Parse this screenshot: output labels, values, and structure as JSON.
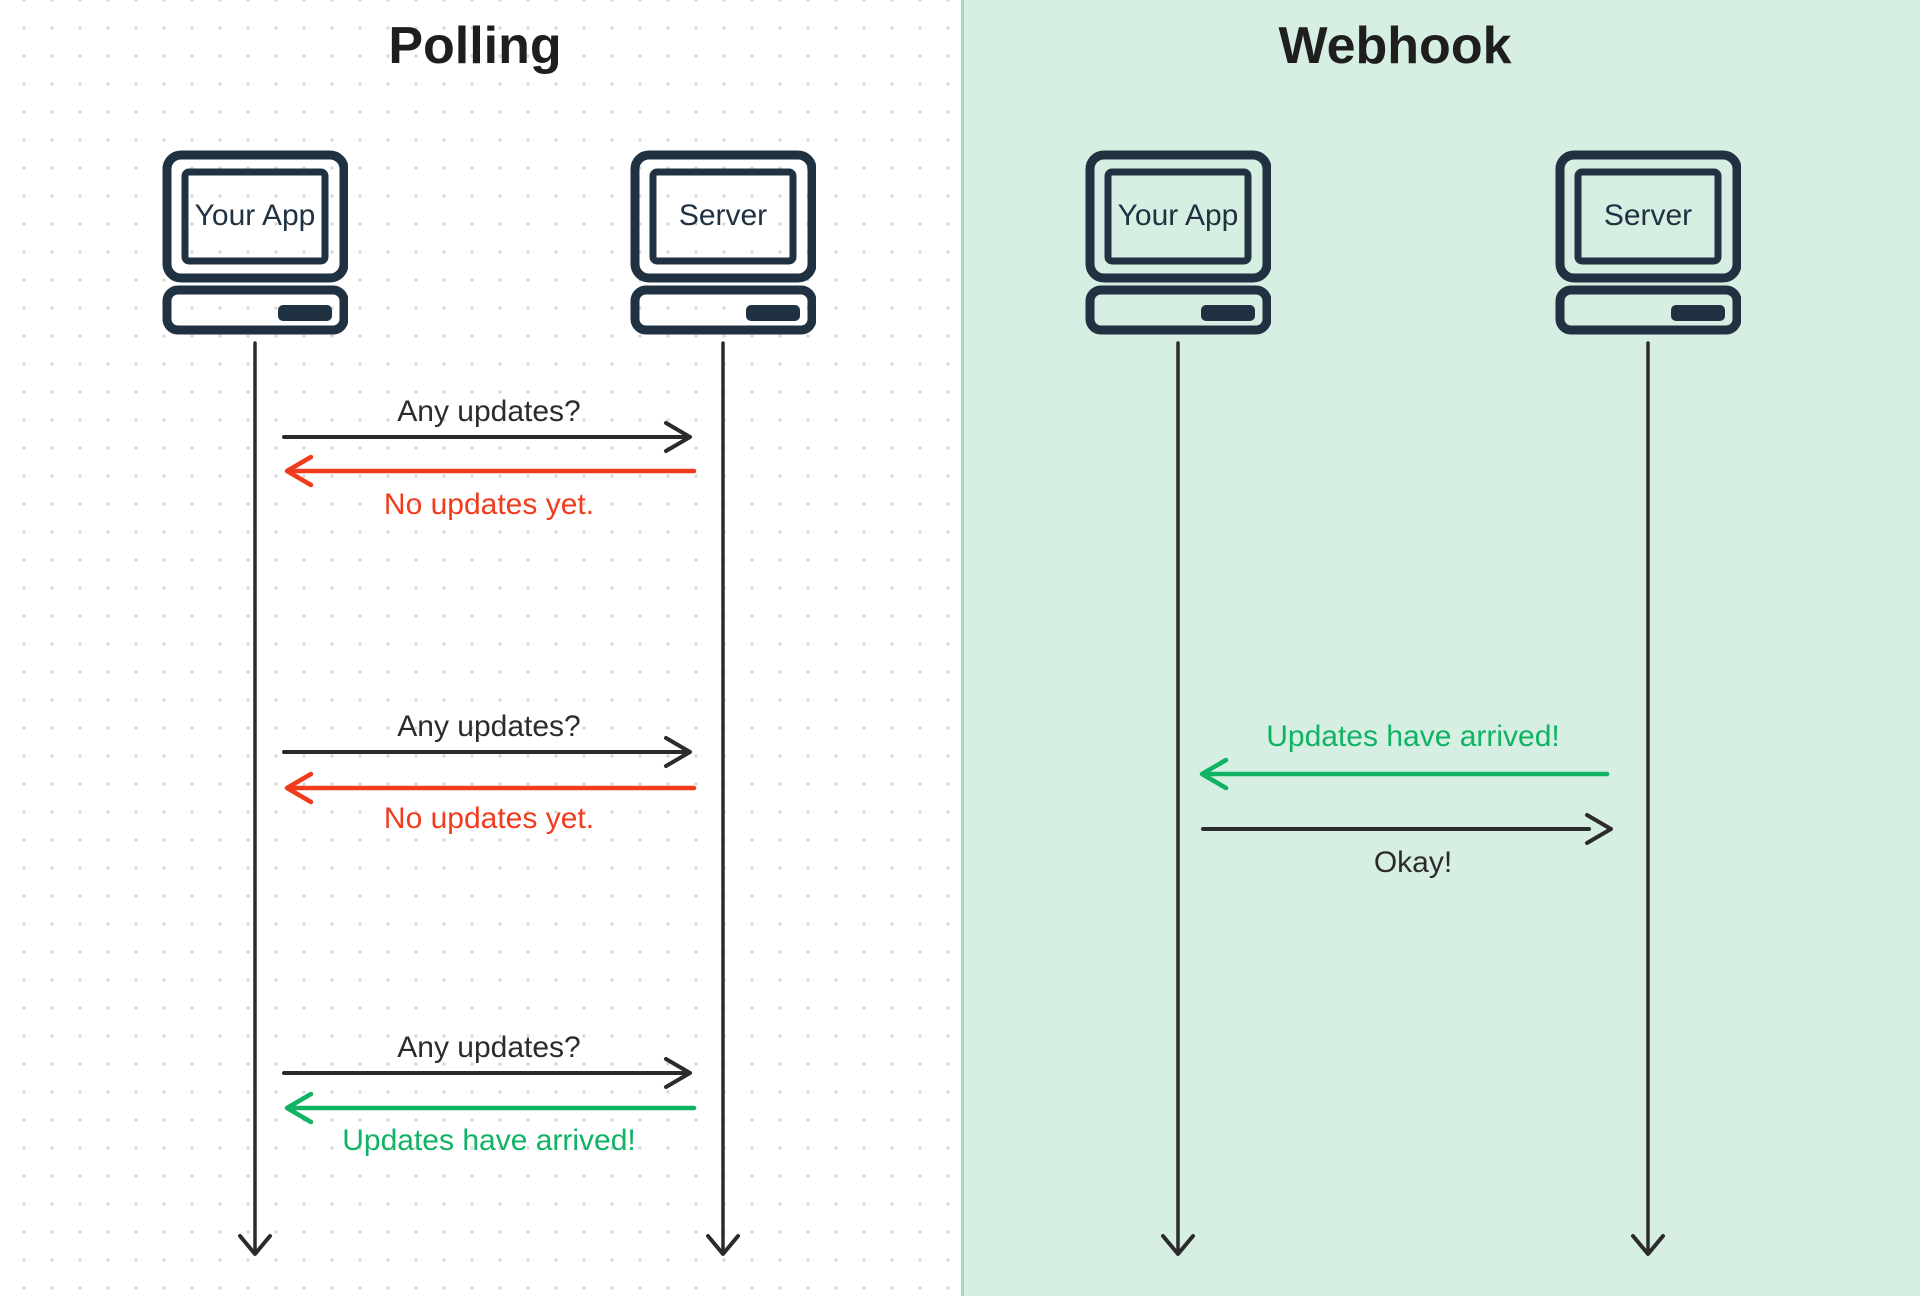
{
  "colors": {
    "left_panel_bg": "#ffffff",
    "right_panel_bg": "#d7efe2",
    "panel_divider_green": "#a5dac2",
    "dot_grid": "#d8d8d8",
    "icon_navy": "#203242",
    "arrow_dark": "#2b2b2b",
    "arrow_red": "#f23b1d",
    "arrow_green": "#10b263",
    "title_text": "#1e1e1e"
  },
  "panels": [
    {
      "id": "polling",
      "title": "Polling",
      "actors": [
        {
          "label": "Your App"
        },
        {
          "label": "Server"
        }
      ],
      "messages": [
        {
          "label": "Any updates?",
          "from": "Your App",
          "to": "Server",
          "color": "dark"
        },
        {
          "label": "No updates yet.",
          "from": "Server",
          "to": "Your App",
          "color": "red"
        },
        {
          "label": "Any updates?",
          "from": "Your App",
          "to": "Server",
          "color": "dark"
        },
        {
          "label": "No updates yet.",
          "from": "Server",
          "to": "Your App",
          "color": "red"
        },
        {
          "label": "Any updates?",
          "from": "Your App",
          "to": "Server",
          "color": "dark"
        },
        {
          "label": "Updates have arrived!",
          "from": "Server",
          "to": "Your App",
          "color": "green"
        }
      ]
    },
    {
      "id": "webhook",
      "title": "Webhook",
      "actors": [
        {
          "label": "Your App"
        },
        {
          "label": "Server"
        }
      ],
      "messages": [
        {
          "label": "Updates have arrived!",
          "from": "Server",
          "to": "Your App",
          "color": "green"
        },
        {
          "label": "Okay!",
          "from": "Your App",
          "to": "Server",
          "color": "dark"
        }
      ]
    }
  ]
}
